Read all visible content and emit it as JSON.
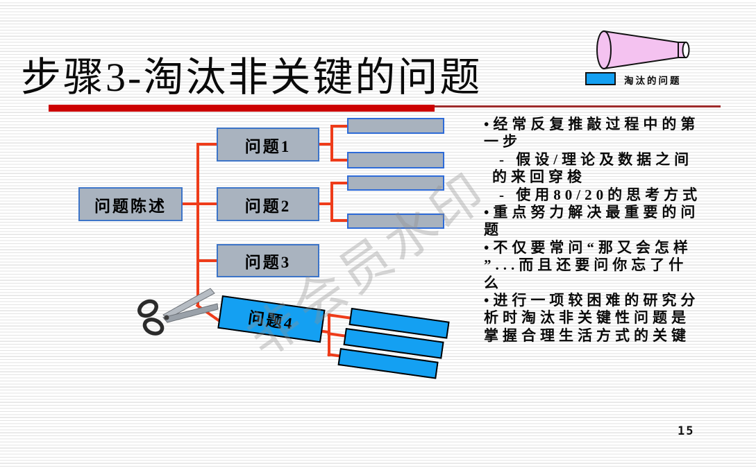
{
  "slide": {
    "title": "步骤3-淘汰非关键的问题",
    "page_number": "15"
  },
  "legend": {
    "label": "淘汰的问题",
    "swatch_color": "#14A0F2"
  },
  "diagram": {
    "root": {
      "label": "问题陈述"
    },
    "problems": [
      {
        "label": "问题1",
        "status": "kept",
        "sub_boxes": 2
      },
      {
        "label": "问题2",
        "status": "kept",
        "sub_boxes": 2
      },
      {
        "label": "问题3",
        "status": "kept",
        "sub_boxes": 0
      },
      {
        "label": "问题4",
        "status": "eliminated",
        "sub_boxes": 3
      }
    ],
    "colors": {
      "kept_fill": "#A9B3BF",
      "kept_border": "#3C74C8",
      "eliminated_fill": "#14A0F2",
      "connector": "#EE3C1A",
      "title_bar": "#CC0000"
    }
  },
  "bullets": {
    "lines": [
      {
        "pad": 0,
        "text": "•经常反复推敲过程中的第"
      },
      {
        "pad": 0,
        "text": "一步"
      },
      {
        "pad": 22,
        "text": "- 假设/理论及数据之间"
      },
      {
        "pad": 12,
        "text": "的来回穿梭"
      },
      {
        "pad": 22,
        "text": "- 使用80/20的思考方式"
      },
      {
        "pad": 0,
        "text": "•重点努力解决最重要的问"
      },
      {
        "pad": 0,
        "text": "题"
      },
      {
        "pad": 0,
        "text": "•不仅要常问“那又会怎样"
      },
      {
        "pad": 0,
        "text": "”...而且还要问你忘了什"
      },
      {
        "pad": 0,
        "text": "么"
      },
      {
        "pad": 0,
        "text": "•进行一项较困难的研究分"
      },
      {
        "pad": 0,
        "text": "析时淘汰非关键性问题是"
      },
      {
        "pad": 0,
        "text": "掌握合理生活方式的关键"
      }
    ]
  },
  "watermark": {
    "text": "非会员水印"
  }
}
